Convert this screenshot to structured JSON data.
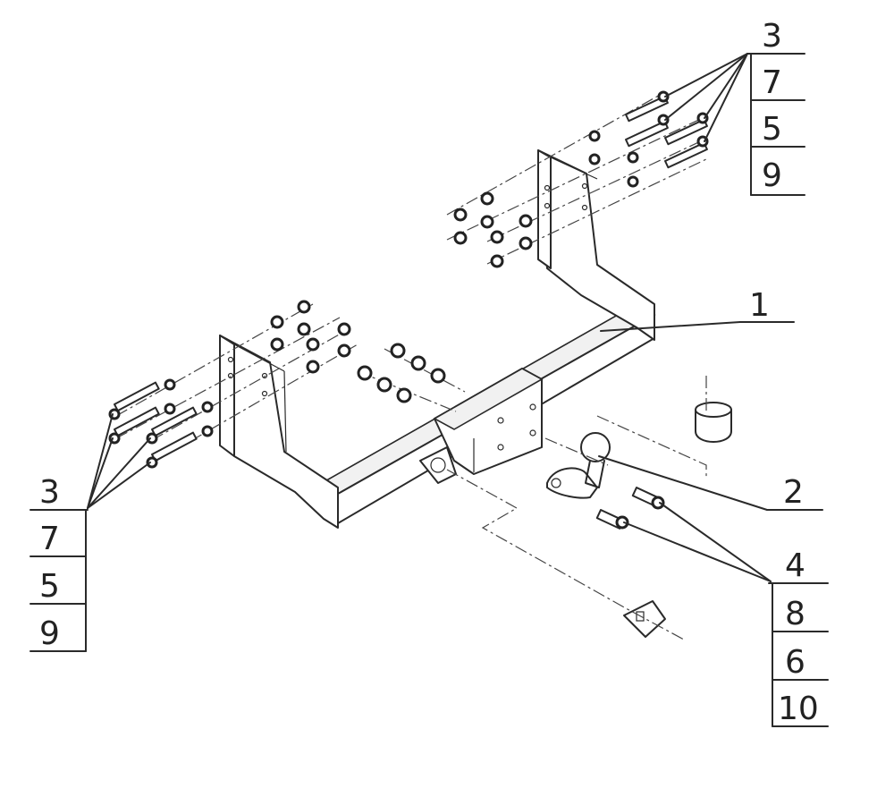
{
  "callouts": {
    "main_bar": "1",
    "tow_ball": "2",
    "bolt_set_right": {
      "head": "3",
      "rows": [
        "7",
        "5",
        "9"
      ]
    },
    "bolt_set_left": {
      "head": "3",
      "rows": [
        "7",
        "5",
        "9"
      ]
    },
    "ball_bolts": {
      "head": "4",
      "rows": [
        "8",
        "6",
        "10"
      ]
    }
  }
}
